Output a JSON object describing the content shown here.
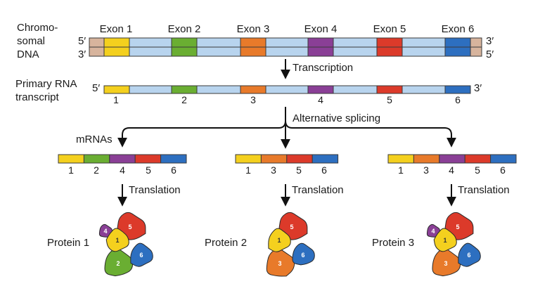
{
  "colors": {
    "exon1": "#f4d01e",
    "exon2": "#6aae32",
    "exon3": "#e87a2a",
    "exon4": "#8a3f96",
    "exon5": "#dc3a2a",
    "exon6": "#2d6fc0",
    "intron": "#b8d4ee",
    "flank": "#d7b49d",
    "outline": "#3a3a3a",
    "arrow": "#111111"
  },
  "dna": {
    "label_line1": "Chromo-",
    "label_line2": "somal",
    "label_line3": "DNA",
    "exon_labels": [
      "Exon 1",
      "Exon 2",
      "Exon 3",
      "Exon 4",
      "Exon 5",
      "Exon 6"
    ],
    "end_top_left": "5′",
    "end_top_right": "3′",
    "end_bottom_left": "3′",
    "end_bottom_right": "5′"
  },
  "transcription_label": "Transcription",
  "rna": {
    "label_line1": "Primary RNA",
    "label_line2": "transcript",
    "end_left": "5′",
    "end_right": "3′",
    "exon_numbers": [
      "1",
      "2",
      "3",
      "4",
      "5",
      "6"
    ]
  },
  "splicing_label": "Alternative splicing",
  "mrnas_label": "mRNAs",
  "mrnas": [
    {
      "exons": [
        "1",
        "2",
        "4",
        "5",
        "6"
      ]
    },
    {
      "exons": [
        "1",
        "3",
        "5",
        "6"
      ]
    },
    {
      "exons": [
        "1",
        "3",
        "4",
        "5",
        "6"
      ]
    }
  ],
  "translation_label": "Translation",
  "proteins": [
    {
      "name": "Protein 1",
      "subunits": [
        "1",
        "2",
        "4",
        "5",
        "6"
      ]
    },
    {
      "name": "Protein 2",
      "subunits": [
        "1",
        "3",
        "5",
        "6"
      ]
    },
    {
      "name": "Protein 3",
      "subunits": [
        "1",
        "3",
        "4",
        "5",
        "6"
      ]
    }
  ]
}
